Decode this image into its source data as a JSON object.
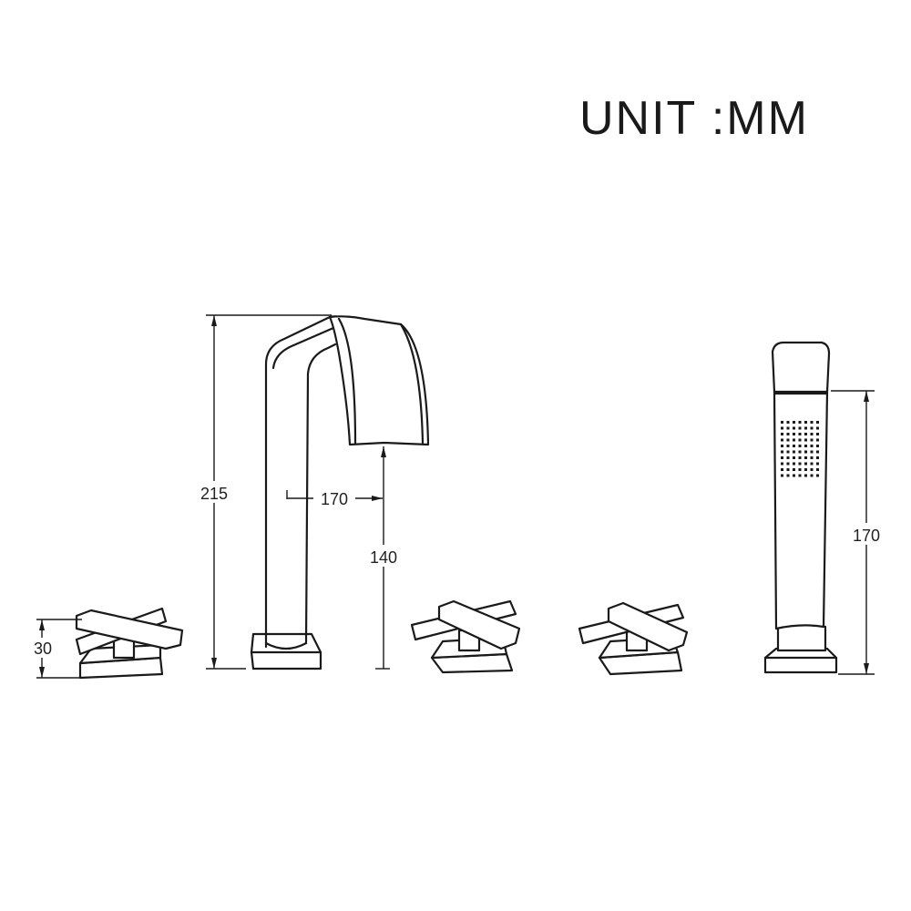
{
  "unit_label": "UNIT :MM",
  "dimensions": {
    "spout_height": "215",
    "spout_reach": "170",
    "spout_outlet_height": "140",
    "handle_height": "30",
    "hand_shower_length": "170"
  },
  "colors": {
    "line": "#1a1a1a",
    "background": "#ffffff"
  }
}
